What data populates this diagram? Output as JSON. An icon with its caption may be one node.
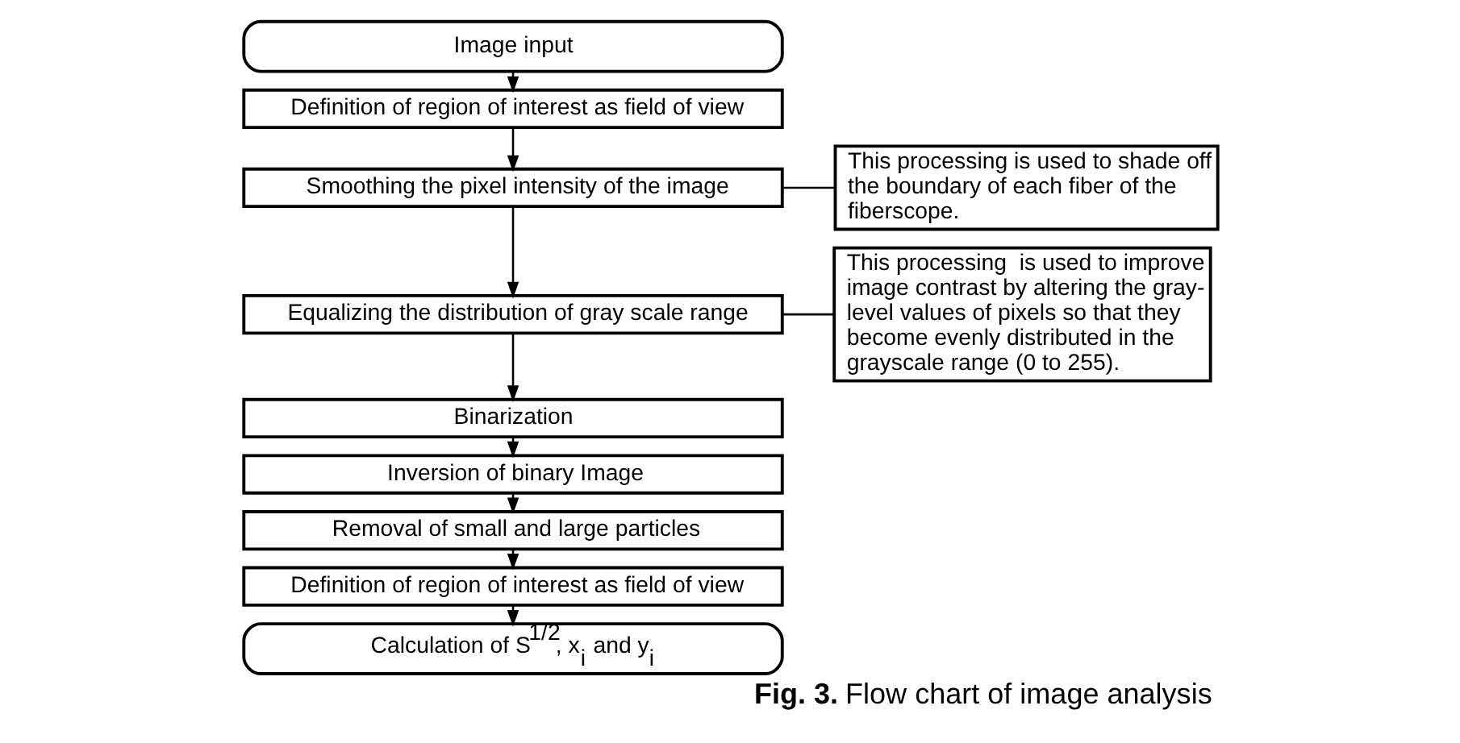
{
  "diagram": {
    "caption": "**Fig. 3.** Flow chart of image analysis",
    "nodes": [
      {
        "text": [
          "Image input"
        ]
      },
      {
        "text": [
          "Definition of region of interest as field of view"
        ]
      },
      {
        "text": [
          "Smoothing the pixel intensity of the image"
        ]
      },
      {
        "text": [
          "Equalizing the distribution of gray scale range"
        ]
      },
      {
        "text": [
          "Binarization"
        ]
      },
      {
        "text": [
          "Inversion of binary Image"
        ]
      },
      {
        "text": [
          "Removal of small and large particles"
        ]
      },
      {
        "text": [
          "Definition of region of interest as field of view"
        ]
      },
      {
        "text": [
          "Calculation of S$^{1/2}$, x$_{i}$ and y$_{i}$"
        ]
      },
      {
        "text": [
          "This processing is used to shade off the boundary of each fiber of the fiberscope."
        ]
      },
      {
        "text": [
          "This processing  is used to improve image contrast by altering the gray-level values of pixels so that they become evenly distributed in the grayscale range (0 to 255)."
        ]
      }
    ],
    "edges": [
      {
        "from": 0,
        "to": 1,
        "arrow": "to"
      },
      {
        "from": 1,
        "to": 2,
        "arrow": "to"
      },
      {
        "from": 2,
        "to": 3,
        "arrow": "to"
      },
      {
        "from": 3,
        "to": 4,
        "arrow": "to"
      },
      {
        "from": 4,
        "to": 5,
        "arrow": "to"
      },
      {
        "from": 5,
        "to": 6,
        "arrow": "to"
      },
      {
        "from": 6,
        "to": 7,
        "arrow": "to"
      },
      {
        "from": 7,
        "to": 8,
        "arrow": "to"
      },
      {
        "from": 9,
        "to": 2,
        "arrow": "none"
      },
      {
        "from": 10,
        "to": 3,
        "arrow": "none"
      }
    ]
  }
}
